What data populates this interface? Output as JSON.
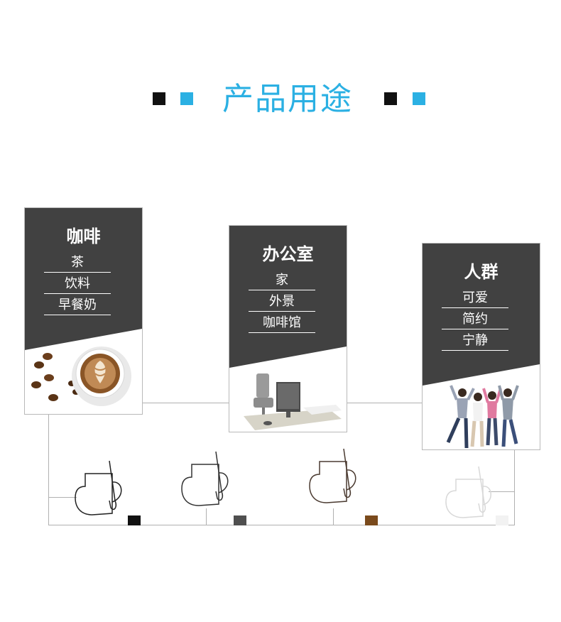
{
  "header": {
    "title": "产品用途"
  },
  "cards": [
    {
      "title": "咖啡",
      "items": [
        "茶",
        "饮料",
        "早餐奶"
      ],
      "image": "coffee-cup-with-beans"
    },
    {
      "title": "办公室",
      "items": [
        "家",
        "外景",
        "咖啡馆"
      ],
      "image": "office-desk-with-monitor"
    },
    {
      "title": "人群",
      "items": [
        "可爱",
        "简约",
        "宁静"
      ],
      "image": "cheering-people-group"
    }
  ],
  "mugs": [
    {
      "color": "#111111",
      "name": "black"
    },
    {
      "color": "#4f4f4f",
      "name": "gray"
    },
    {
      "color": "#7a4a1c",
      "name": "brown"
    },
    {
      "color": "#f2f2f2",
      "name": "white"
    }
  ],
  "colors": {
    "accent": "#2bb0e3",
    "card_dark": "#414141"
  }
}
